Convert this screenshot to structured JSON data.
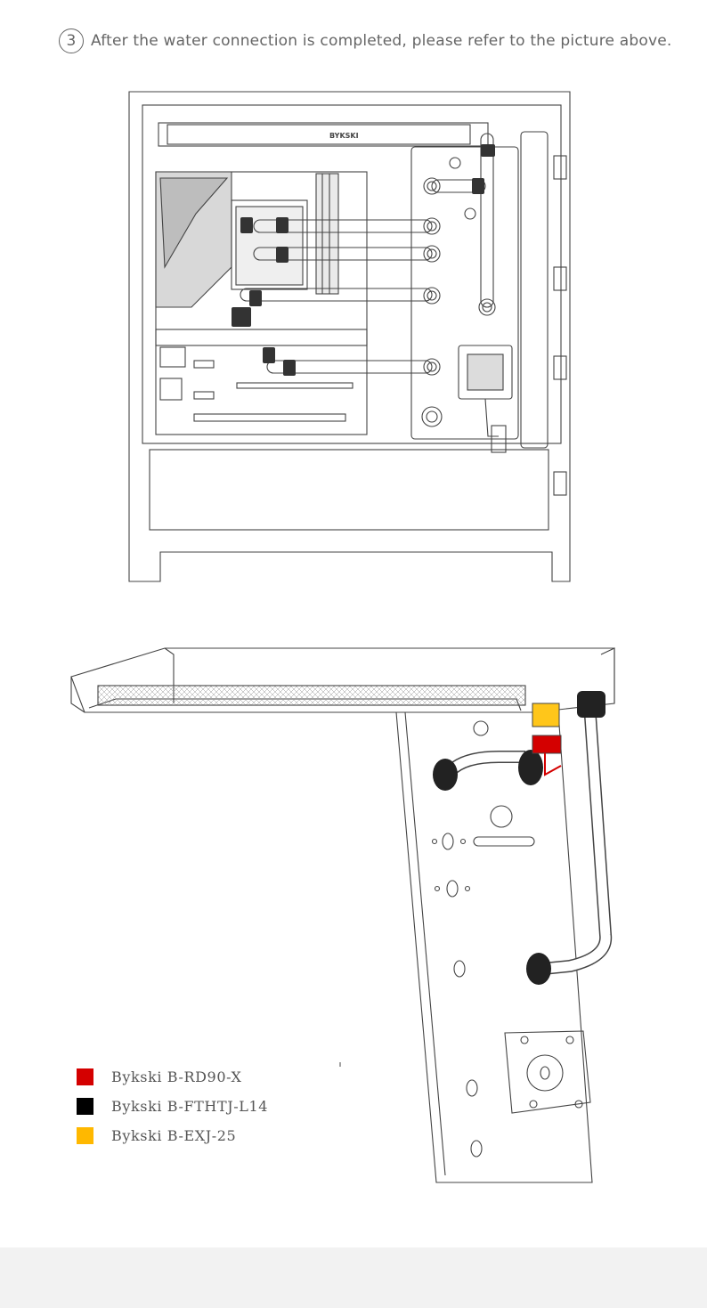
{
  "step": {
    "number": "3",
    "text": "After the water connection is completed, please refer to the picture above."
  },
  "case_logo_text": "BYKSKI",
  "legend": [
    {
      "label": "Bykski B-RD90-X",
      "color": "#d40000"
    },
    {
      "label": "Bykski B-FTHTJ-L14",
      "color": "#000000"
    },
    {
      "label": "Bykski B-EXJ-25",
      "color": "#ffb800"
    }
  ],
  "colors": {
    "line": "#444444",
    "footer": "#f2f2f2"
  }
}
